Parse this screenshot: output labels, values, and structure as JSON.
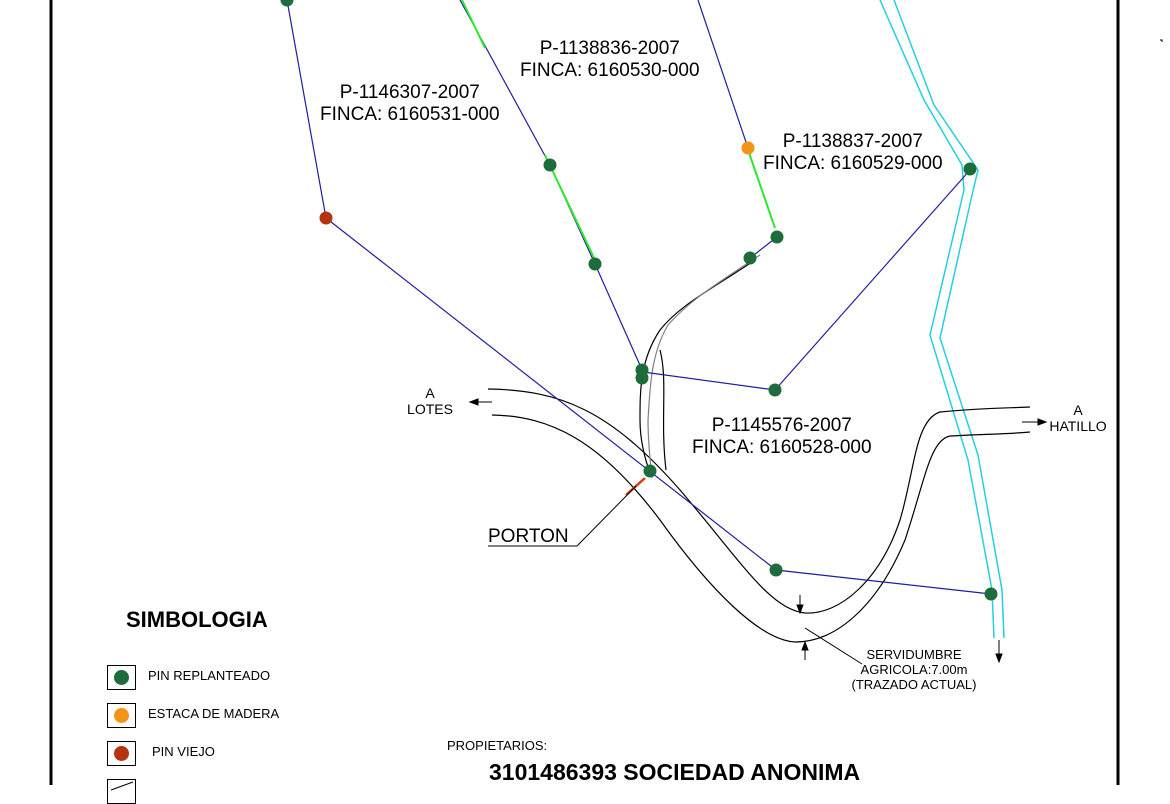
{
  "parcels": [
    {
      "plano": "P-1138836-2007",
      "finca": "FINCA: 6160530-000"
    },
    {
      "plano": "P-1146307-2007",
      "finca": "FINCA: 6160531-000"
    },
    {
      "plano": "P-1138837-2007",
      "finca": "FINCA: 6160529-000"
    },
    {
      "plano": "P-1145576-2007",
      "finca": "FINCA: 6160528-000"
    }
  ],
  "directions": {
    "lotes": {
      "a": "A",
      "place": "LOTES"
    },
    "hatillo": {
      "a": "A",
      "place": "HATILLO"
    }
  },
  "porton": "PORTON",
  "servidumbre": {
    "line1": "SERVIDUMBRE",
    "line2": "AGRICOLA:7.00m",
    "line3": "(TRAZADO ACTUAL)"
  },
  "legend": {
    "title": "SIMBOLOGIA",
    "items": [
      {
        "label": "PIN REPLANTEADO",
        "color": "#1e6b3c"
      },
      {
        "label": "ESTACA DE MADERA",
        "color": "#f29418"
      },
      {
        "label": "PIN VIEJO",
        "color": "#b5340f"
      }
    ]
  },
  "owners": {
    "heading": "PROPIETARIOS:",
    "name": "3101486393 SOCIEDAD ANONIMA"
  },
  "colors": {
    "boundary": "#1f1fa0",
    "road": "#000000",
    "river": "#22d0e0",
    "fence": "#2ee82e",
    "pin_green": "#1e6b3c",
    "pin_orange": "#f29418",
    "pin_red": "#b5340f",
    "gate": "#d04010"
  }
}
